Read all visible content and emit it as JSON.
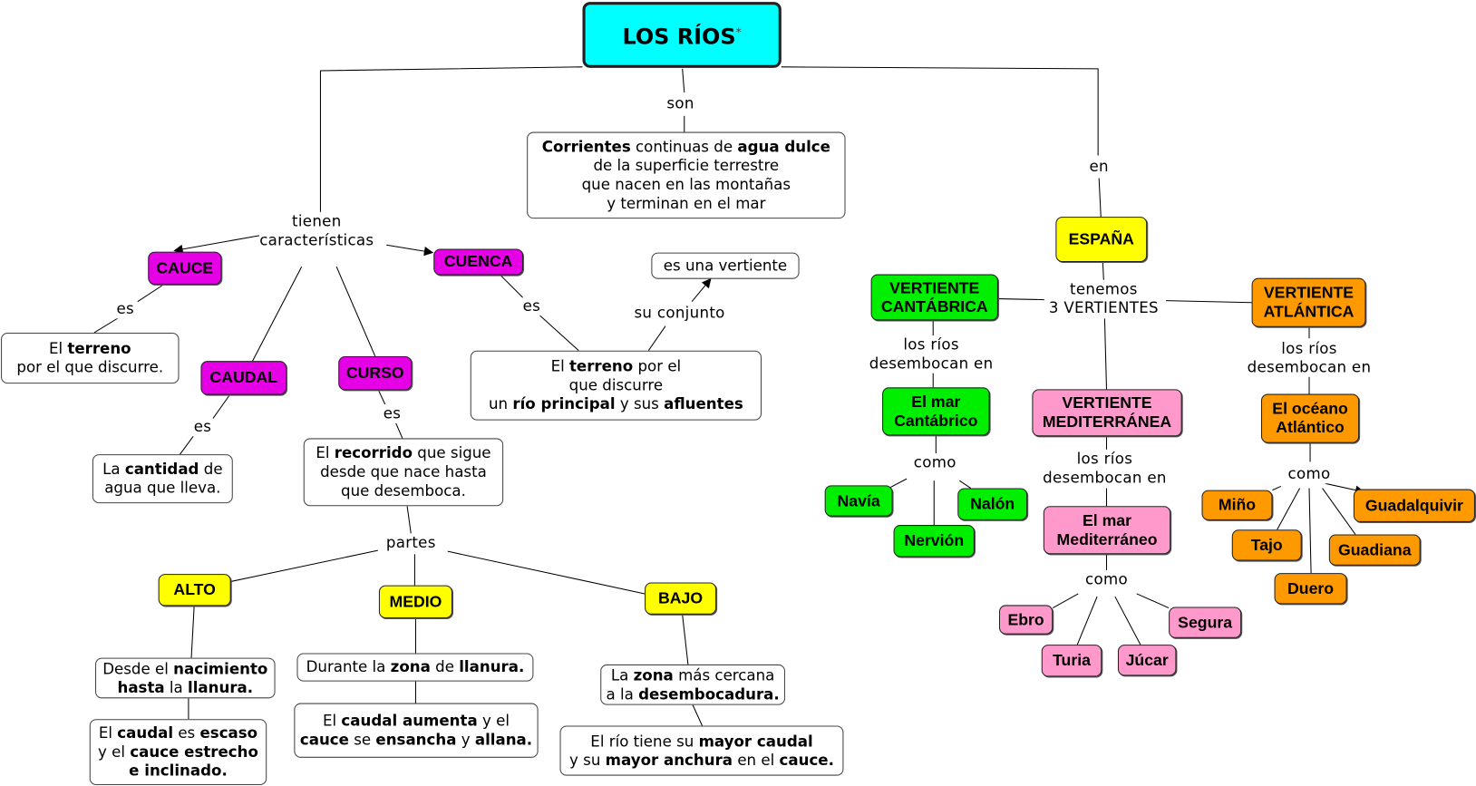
{
  "title": {
    "text": "LOS RÍOS",
    "mark": "*",
    "color": "#00ffff"
  },
  "colors": {
    "magenta": "#e600e6",
    "yellow": "#ffff00",
    "green": "#00ee00",
    "orange": "#ff9900",
    "pink": "#ff99cc"
  },
  "concepts": {
    "def": [
      [
        [
          "Corrientes",
          1
        ],
        [
          " continuas de ",
          0
        ],
        [
          "agua dulce",
          1
        ]
      ],
      [
        [
          "de la superficie terrestre",
          0
        ]
      ],
      [
        [
          "que nacen en las montañas",
          0
        ]
      ],
      [
        [
          "y terminan en el mar",
          0
        ]
      ]
    ],
    "cauce": [
      [
        [
          "CAUCE",
          1
        ]
      ]
    ],
    "cauce_def": [
      [
        [
          "El ",
          0
        ],
        [
          "terreno",
          1
        ]
      ],
      [
        [
          "por el que discurre.",
          0
        ]
      ]
    ],
    "cuenca": [
      [
        [
          "CUENCA",
          1
        ]
      ]
    ],
    "vertiente": [
      [
        [
          "es una vertiente",
          0
        ]
      ]
    ],
    "cuenca_def": [
      [
        [
          "El ",
          0
        ],
        [
          "terreno",
          1
        ],
        [
          " por el",
          0
        ]
      ],
      [
        [
          "que discurre",
          0
        ]
      ],
      [
        [
          "un ",
          0
        ],
        [
          "río principal",
          1
        ],
        [
          " y sus ",
          0
        ],
        [
          "afluentes",
          1
        ]
      ]
    ],
    "caudal": [
      [
        [
          "CAUDAL",
          1
        ]
      ]
    ],
    "caudal_def": [
      [
        [
          "La ",
          0
        ],
        [
          "cantidad",
          1
        ],
        [
          " de",
          0
        ]
      ],
      [
        [
          "agua que lleva.",
          0
        ]
      ]
    ],
    "curso": [
      [
        [
          "CURSO",
          1
        ]
      ]
    ],
    "curso_def": [
      [
        [
          "El ",
          0
        ],
        [
          "recorrido",
          1
        ],
        [
          " que sigue",
          0
        ]
      ],
      [
        [
          "desde que nace hasta",
          0
        ]
      ],
      [
        [
          "que desemboca.",
          0
        ]
      ]
    ],
    "alto": [
      [
        [
          "ALTO",
          1
        ]
      ]
    ],
    "medio": [
      [
        [
          "MEDIO",
          1
        ]
      ]
    ],
    "bajo": [
      [
        [
          "BAJO",
          1
        ]
      ]
    ],
    "alto_def": [
      [
        [
          "Desde el ",
          0
        ],
        [
          "nacimiento",
          1
        ]
      ],
      [
        [
          "hasta",
          1
        ],
        [
          " la ",
          0
        ],
        [
          "llanura.",
          1
        ]
      ]
    ],
    "alto_def2": [
      [
        [
          "El ",
          0
        ],
        [
          "caudal",
          1
        ],
        [
          " es ",
          0
        ],
        [
          "escaso",
          1
        ]
      ],
      [
        [
          "y el ",
          0
        ],
        [
          "cauce estrecho",
          1
        ]
      ],
      [
        [
          "e inclinado.",
          1
        ]
      ]
    ],
    "medio_def": [
      [
        [
          "Durante la ",
          0
        ],
        [
          "zona",
          1
        ],
        [
          " de ",
          0
        ],
        [
          "llanura.",
          1
        ]
      ]
    ],
    "medio_def2": [
      [
        [
          "El ",
          0
        ],
        [
          "caudal aumenta",
          1
        ],
        [
          " y el",
          0
        ]
      ],
      [
        [
          "cauce",
          1
        ],
        [
          " se ",
          0
        ],
        [
          "ensancha",
          1
        ],
        [
          " y ",
          0
        ],
        [
          "allana.",
          1
        ]
      ]
    ],
    "bajo_def": [
      [
        [
          "La ",
          0
        ],
        [
          "zona",
          1
        ],
        [
          " más cercana",
          0
        ]
      ],
      [
        [
          "a la ",
          0
        ],
        [
          "desembocadura.",
          1
        ]
      ]
    ],
    "bajo_def2": [
      [
        [
          "El río tiene su ",
          0
        ],
        [
          "mayor caudal",
          1
        ]
      ],
      [
        [
          "y su ",
          0
        ],
        [
          "mayor anchura",
          1
        ],
        [
          " en el ",
          0
        ],
        [
          "cauce.",
          1
        ]
      ]
    ],
    "espana": [
      [
        [
          "ESPAÑA",
          1
        ]
      ]
    ],
    "v_cant": [
      [
        [
          "VERTIENTE",
          1
        ]
      ],
      [
        [
          "CANTÁBRICA",
          1
        ]
      ]
    ],
    "v_atl": [
      [
        [
          "VERTIENTE",
          1
        ]
      ],
      [
        [
          "ATLÁNTICA",
          1
        ]
      ]
    ],
    "v_med": [
      [
        [
          "VERTIENTE",
          1
        ]
      ],
      [
        [
          "MEDITERRÁNEA",
          1
        ]
      ]
    ],
    "mar_cant": [
      [
        [
          "El mar",
          1
        ]
      ],
      [
        [
          "Cantábrico",
          1
        ]
      ]
    ],
    "oc_atl": [
      [
        [
          "El océano",
          1
        ]
      ],
      [
        [
          "Atlántico",
          1
        ]
      ]
    ],
    "mar_med": [
      [
        [
          "El mar",
          1
        ]
      ],
      [
        [
          "Mediterráneo",
          1
        ]
      ]
    ],
    "navia": [
      [
        [
          "Navía",
          1
        ]
      ]
    ],
    "nalon": [
      [
        [
          "Nalón",
          1
        ]
      ]
    ],
    "nervion": [
      [
        [
          "Nervión",
          1
        ]
      ]
    ],
    "ebro": [
      [
        [
          "Ebro",
          1
        ]
      ]
    ],
    "segura": [
      [
        [
          "Segura",
          1
        ]
      ]
    ],
    "turia": [
      [
        [
          "Turia",
          1
        ]
      ]
    ],
    "jucar": [
      [
        [
          "Júcar",
          1
        ]
      ]
    ],
    "mino": [
      [
        [
          "Miño",
          1
        ]
      ]
    ],
    "tajo": [
      [
        [
          "Tajo",
          1
        ]
      ]
    ],
    "duero": [
      [
        [
          "Duero",
          1
        ]
      ]
    ],
    "guadiana": [
      [
        [
          "Guadiana",
          1
        ]
      ]
    ],
    "guadalquivir": [
      [
        [
          "Guadalquivir",
          1
        ]
      ]
    ]
  },
  "phrases": {
    "son": [
      "son"
    ],
    "en": [
      "en"
    ],
    "tienen": [
      "tienen",
      "características"
    ],
    "es_cauce": [
      "es"
    ],
    "es_cuenca": [
      "es"
    ],
    "su_conjunto": [
      "su conjunto"
    ],
    "es_caudal": [
      "es"
    ],
    "es_curso": [
      "es"
    ],
    "partes": [
      "partes"
    ],
    "tenemos": [
      "tenemos",
      "3 VERTIENTES"
    ],
    "desembocan_cant": [
      "los ríos",
      "desembocan en"
    ],
    "desembocan_med": [
      "los ríos",
      "desembocan en"
    ],
    "desembocan_atl": [
      "los ríos",
      "desembocan en"
    ],
    "como_cant": [
      "como"
    ],
    "como_med": [
      "como"
    ],
    "como_atl": [
      "como"
    ]
  }
}
